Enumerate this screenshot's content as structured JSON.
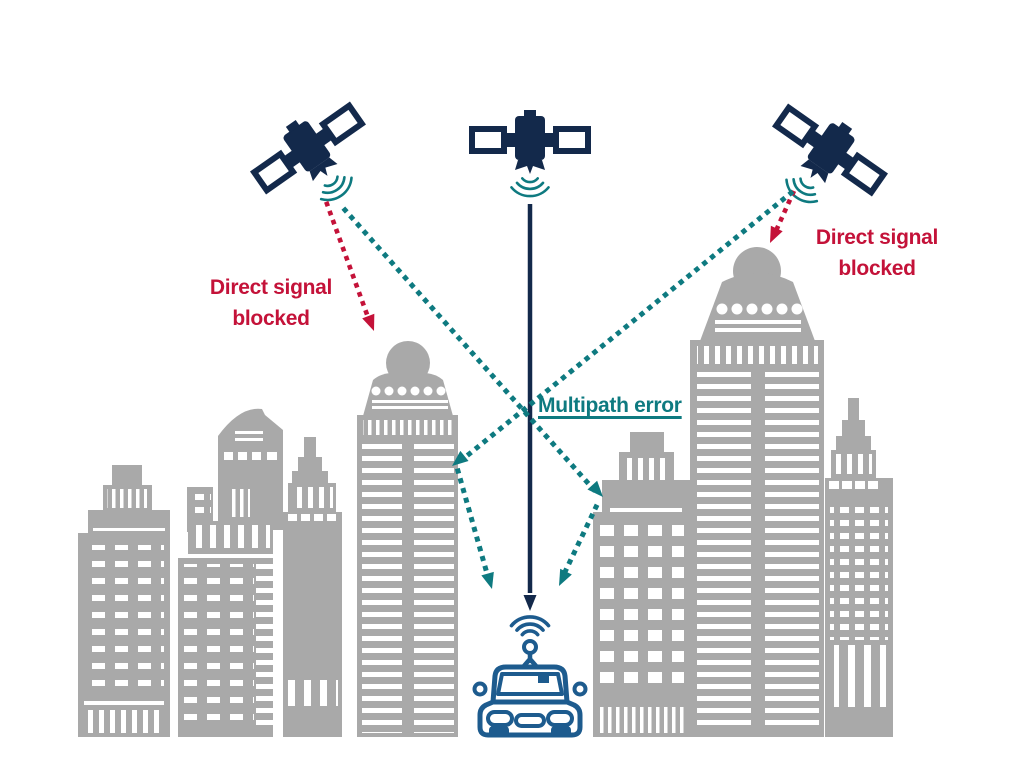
{
  "diagram": {
    "type": "illustration",
    "topic": "GNSS multipath error in an urban canyon",
    "labels": {
      "left_blocked": {
        "line1": "Direct signal",
        "line2": "blocked"
      },
      "right_blocked": {
        "line1": "Direct signal",
        "line2": "blocked"
      },
      "multipath": "Multipath error"
    },
    "signals": [
      {
        "name": "direct-signal-blocked-left",
        "color_key": "red",
        "style": "dotted-arrow"
      },
      {
        "name": "direct-signal-blocked-right",
        "color_key": "red",
        "style": "dotted-arrow"
      },
      {
        "name": "direct-signal-to-receiver",
        "color_key": "navy",
        "style": "solid-arrow"
      },
      {
        "name": "multipath-reflection-from-left-satellite",
        "color_key": "teal",
        "style": "dotted-arrow"
      },
      {
        "name": "multipath-reflection-from-right-satellite",
        "color_key": "teal",
        "style": "dotted-arrow"
      }
    ],
    "icons": {
      "satellite": "navy satellite with solar panels and signal waves",
      "signal_waves": "teal concentric arcs",
      "car": "blue connected car with GNSS antenna and wifi arcs",
      "buildings": "gray city skyline silhouettes"
    },
    "colors": {
      "navy": "#13294b",
      "teal": "#0e7a80",
      "red": "#c41239",
      "gray": "#a9a9a9",
      "carblue": "#1d5b8e",
      "background": "#ffffff"
    }
  }
}
